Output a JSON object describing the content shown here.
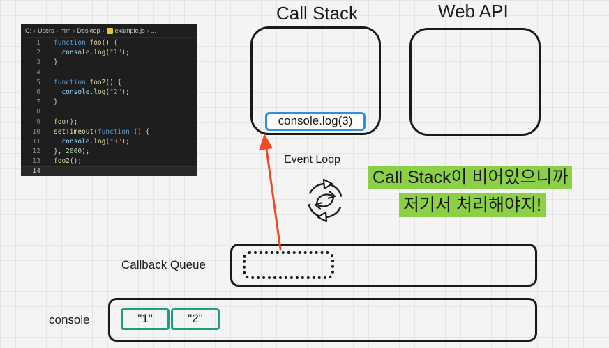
{
  "editor": {
    "breadcrumb": [
      "C:",
      "Users",
      "mm",
      "Desktop",
      "example.js",
      "..."
    ],
    "lines": [
      {
        "n": "1",
        "tokens": [
          [
            "kw",
            "function "
          ],
          [
            "fn",
            "foo"
          ],
          [
            "",
            "() {"
          ]
        ]
      },
      {
        "n": "2",
        "tokens": [
          [
            "",
            "  "
          ],
          [
            "obj",
            "console"
          ],
          [
            "",
            "."
          ],
          [
            "fn",
            "log"
          ],
          [
            "",
            "("
          ],
          [
            "str",
            "\"1\""
          ],
          [
            "",
            ");"
          ]
        ]
      },
      {
        "n": "3",
        "tokens": [
          [
            "",
            "}"
          ]
        ]
      },
      {
        "n": "4",
        "tokens": []
      },
      {
        "n": "5",
        "tokens": [
          [
            "kw",
            "function "
          ],
          [
            "fn",
            "foo2"
          ],
          [
            "",
            "() {"
          ]
        ]
      },
      {
        "n": "6",
        "tokens": [
          [
            "",
            "  "
          ],
          [
            "obj",
            "console"
          ],
          [
            "",
            "."
          ],
          [
            "fn",
            "log"
          ],
          [
            "",
            "("
          ],
          [
            "str",
            "\"2\""
          ],
          [
            "",
            ");"
          ]
        ]
      },
      {
        "n": "7",
        "tokens": [
          [
            "",
            "}"
          ]
        ]
      },
      {
        "n": "8",
        "tokens": []
      },
      {
        "n": "9",
        "tokens": [
          [
            "fn",
            "foo"
          ],
          [
            "",
            "();"
          ]
        ]
      },
      {
        "n": "10",
        "tokens": [
          [
            "fn",
            "setTimeout"
          ],
          [
            "",
            "("
          ],
          [
            "kw",
            "function"
          ],
          [
            "",
            " () {"
          ]
        ]
      },
      {
        "n": "11",
        "tokens": [
          [
            "",
            "  "
          ],
          [
            "obj",
            "console"
          ],
          [
            "",
            "."
          ],
          [
            "fn",
            "log"
          ],
          [
            "",
            "("
          ],
          [
            "str",
            "\"3\""
          ],
          [
            "",
            ");"
          ]
        ]
      },
      {
        "n": "12",
        "tokens": [
          [
            "",
            "}, "
          ],
          [
            "num",
            "2000"
          ],
          [
            "",
            ");"
          ]
        ]
      },
      {
        "n": "13",
        "tokens": [
          [
            "fn",
            "foo2"
          ],
          [
            "",
            "();"
          ]
        ]
      },
      {
        "n": "14",
        "tokens": []
      }
    ]
  },
  "call_stack": {
    "title": "Call Stack",
    "item": "console.log(3)"
  },
  "web_api": {
    "title": "Web API"
  },
  "event_loop": {
    "label": "Event Loop"
  },
  "callback_queue": {
    "label": "Callback Queue"
  },
  "console": {
    "label": "console",
    "items": [
      "\"1\"",
      "\"2\""
    ]
  },
  "note": {
    "line1": "Call Stack이 비어있으니까",
    "line2": "저기서 처리해야지!"
  },
  "colors": {
    "arrow": "#f04a23",
    "note_bg": "#8bd046",
    "chip_blue": "#2f8fe0",
    "chip_teal": "#1f9c82"
  }
}
